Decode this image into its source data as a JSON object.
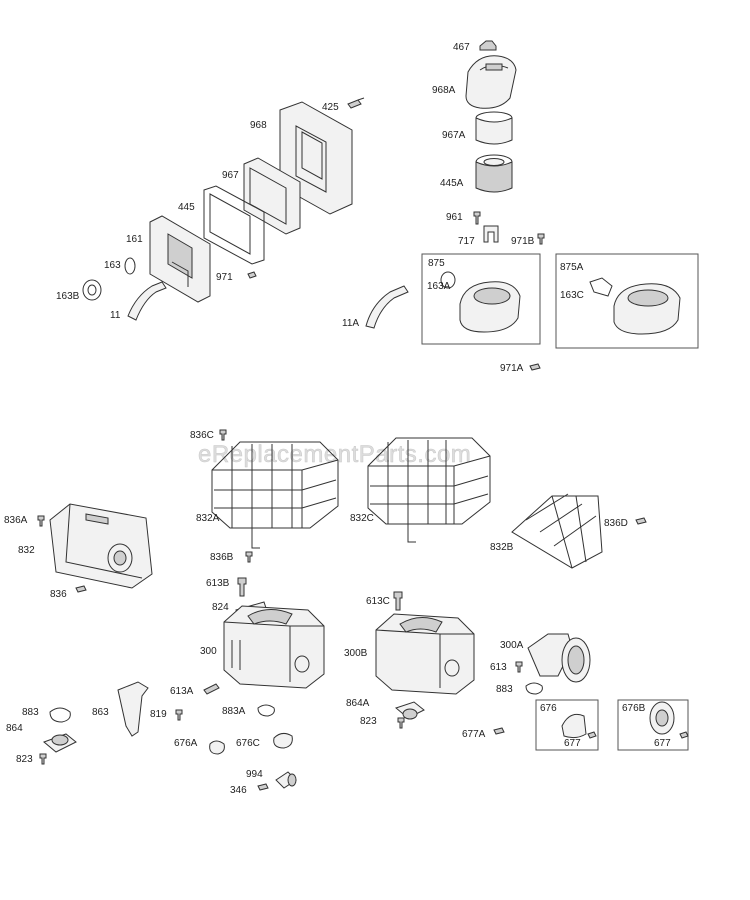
{
  "watermark": "eReplacementParts.com",
  "colors": {
    "line": "#333333",
    "fill": "#f2f2f2",
    "shade": "#cfcfcf",
    "watermark": "#dddddd"
  },
  "labels": {
    "p467": "467",
    "p968A": "968A",
    "p967A": "967A",
    "p445A": "445A",
    "p961": "961",
    "p717": "717",
    "p971B": "971B",
    "p425": "425",
    "p968": "968",
    "p967": "967",
    "p445": "445",
    "p161": "161",
    "p163": "163",
    "p163B": "163B",
    "p11": "11",
    "p971": "971",
    "p11A": "11A",
    "p875": "875",
    "p163A": "163A",
    "p875A": "875A",
    "p163C": "163C",
    "p971A": "971A",
    "p836C": "836C",
    "p832A": "832A",
    "p836B": "836B",
    "p832C": "832C",
    "p832B": "832B",
    "p836D": "836D",
    "p836A": "836A",
    "p832": "832",
    "p836": "836",
    "p613B": "613B",
    "p824": "824",
    "p300": "300",
    "p613A": "613A",
    "p883A": "883A",
    "p819": "819",
    "p863": "863",
    "p883": "883",
    "p864": "864",
    "p823": "823",
    "p676A": "676A",
    "p676C": "676C",
    "p994": "994",
    "p346": "346",
    "p613C": "613C",
    "p300B": "300B",
    "p864A": "864A",
    "p823b": "823",
    "p300A": "300A",
    "p613": "613",
    "p883b": "883",
    "p677A": "677A",
    "p676": "676",
    "p677": "677",
    "p676B": "676B",
    "p677b": "677"
  }
}
